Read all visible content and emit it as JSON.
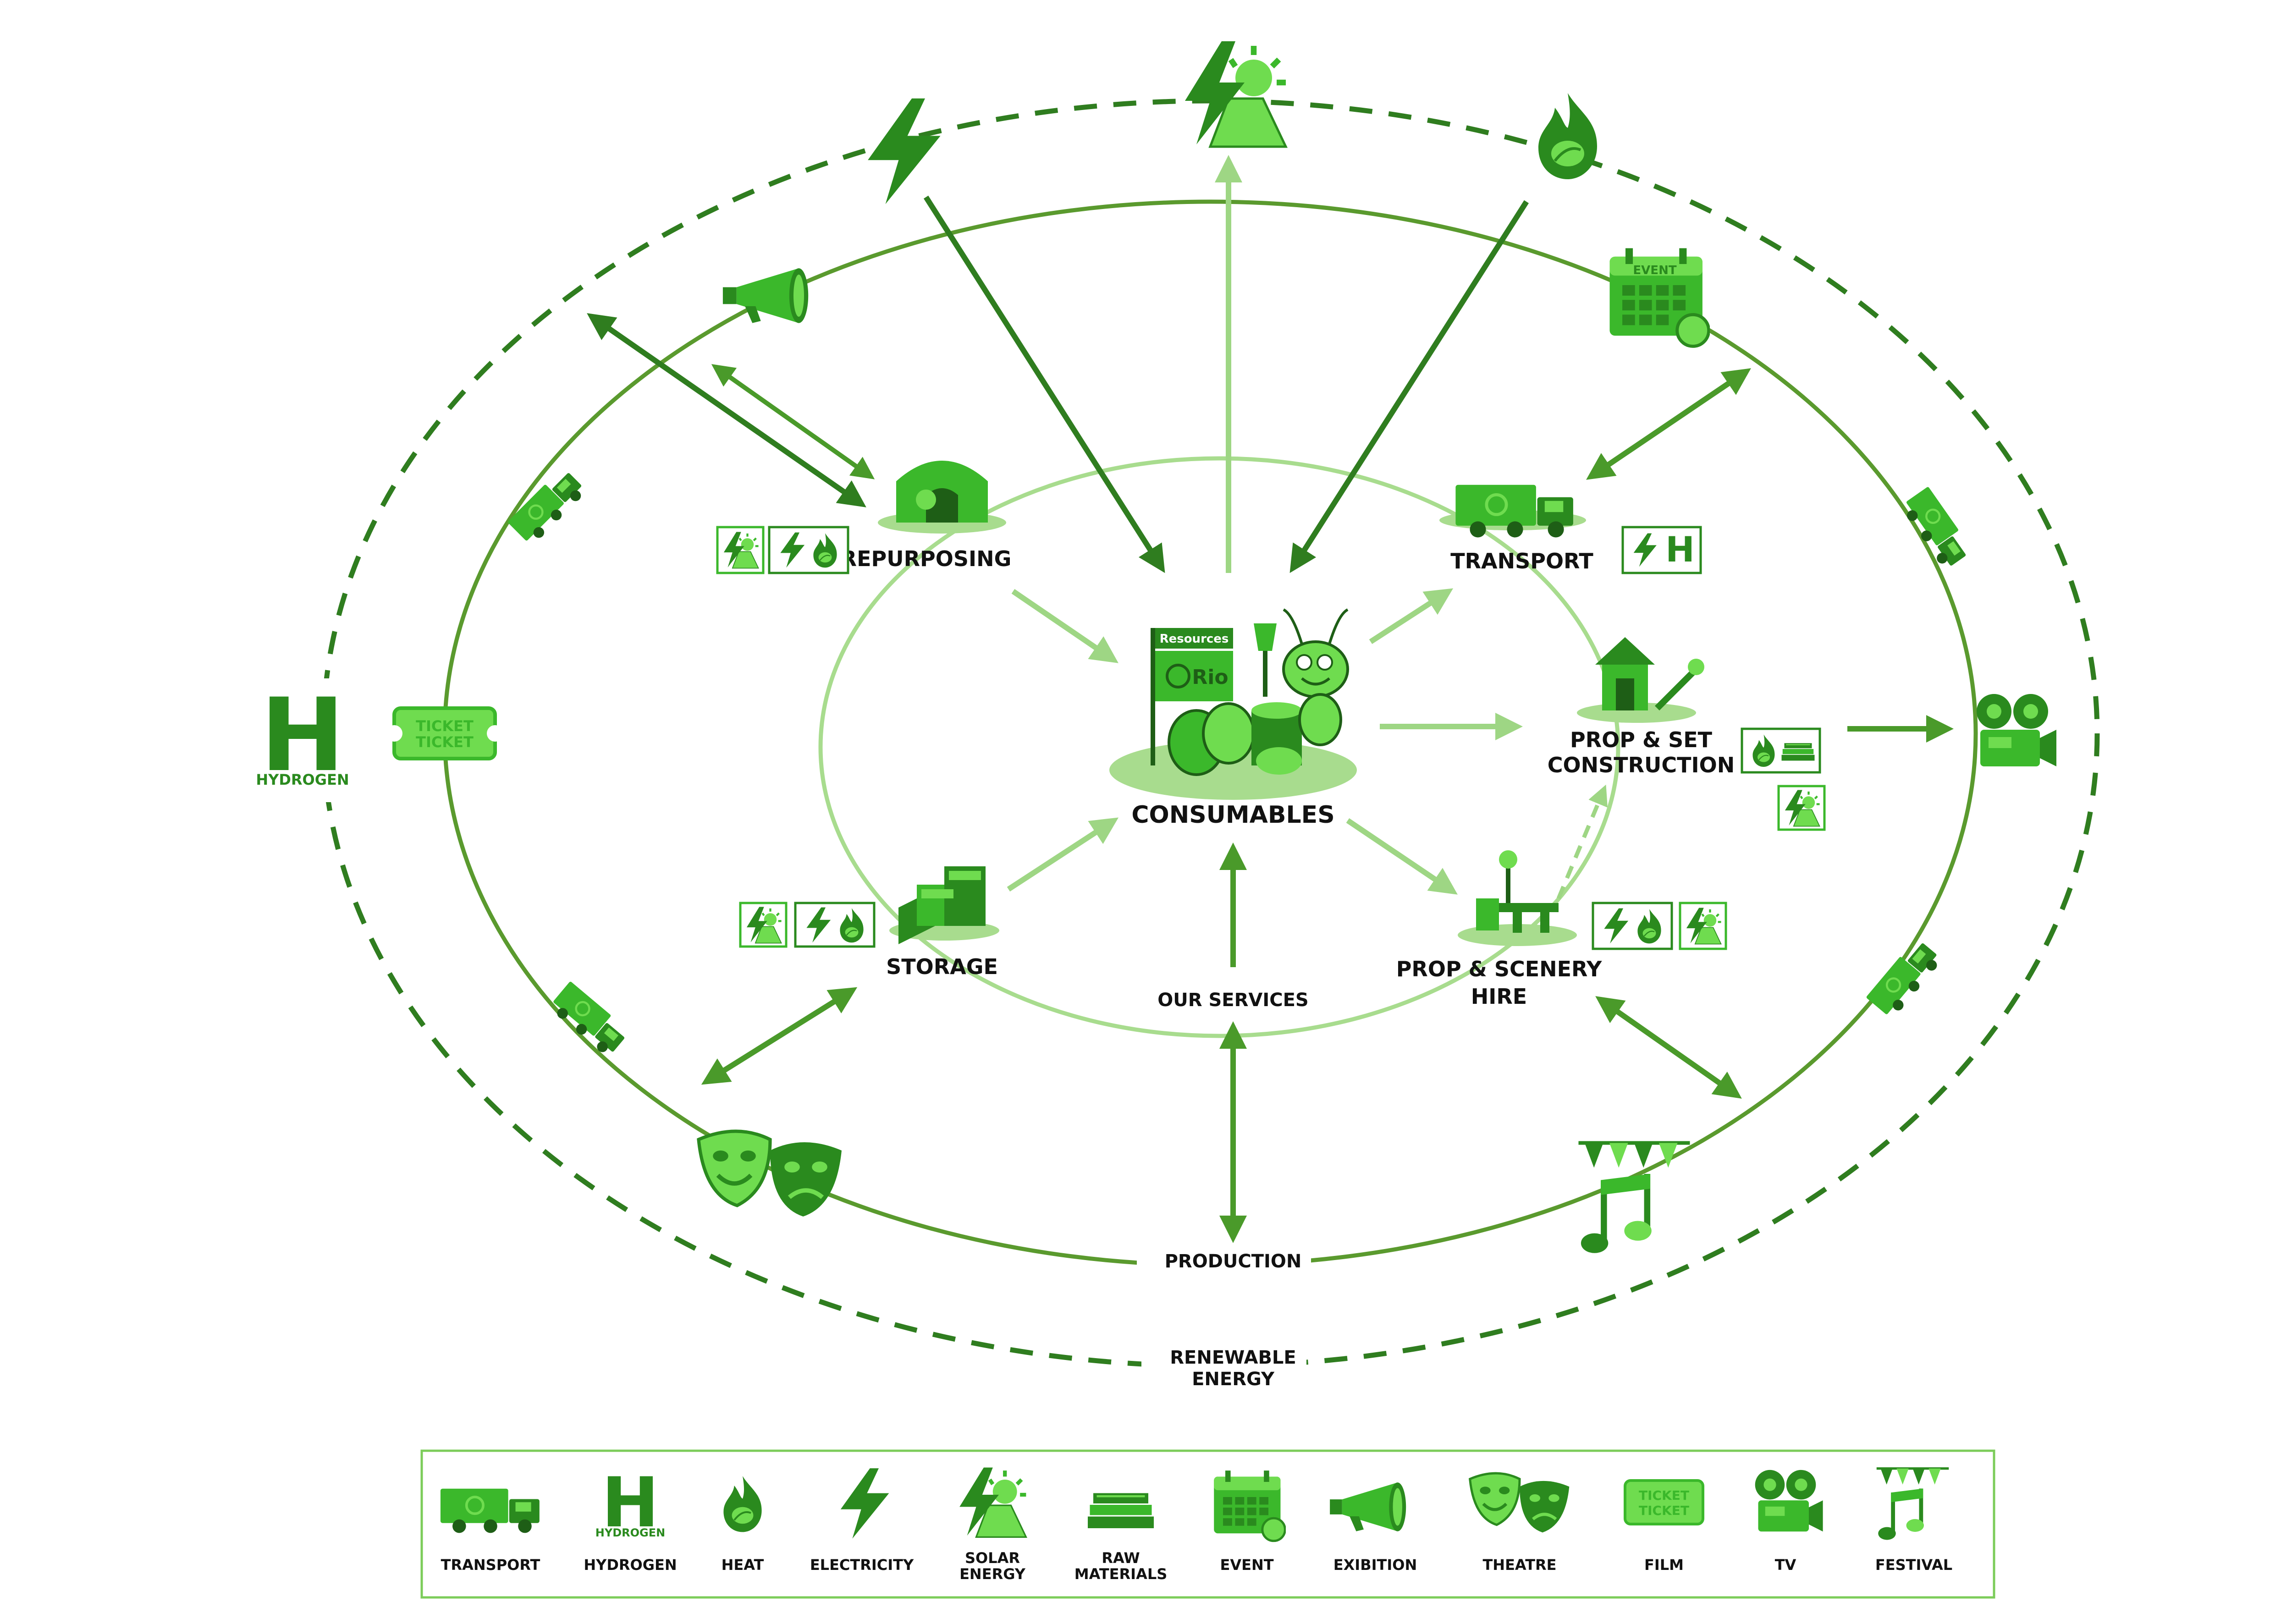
{
  "center": {
    "label": "CONSUMABLES",
    "flag_title": "Resources",
    "flag_brand": "Rio"
  },
  "nodes": {
    "repurposing": "REPURPOSING",
    "transport": "TRANSPORT",
    "prop_set_line1": "PROP & SET",
    "prop_set_line2": "CONSTRUCTION",
    "storage": "STORAGE",
    "prop_scenery_line1": "PROP & SCENERY",
    "prop_scenery_line2": "HIRE"
  },
  "rings": {
    "inner": "OUR SERVICES",
    "middle": "PRODUCTION",
    "outer_line1": "RENEWABLE",
    "outer_line2": "ENERGY"
  },
  "icons": {
    "hydrogen_letter": "H",
    "hydrogen_word": "HYDROGEN",
    "ticket_word": "TICKET",
    "event_word": "EVENT"
  },
  "legend": [
    {
      "icon": "transport-icon",
      "label_lines": [
        "TRANSPORT"
      ]
    },
    {
      "icon": "hydrogen-icon",
      "label_lines": [
        "HYDROGEN"
      ]
    },
    {
      "icon": "heat-icon",
      "label_lines": [
        "HEAT"
      ]
    },
    {
      "icon": "electricity-icon",
      "label_lines": [
        "ELECTRICITY"
      ]
    },
    {
      "icon": "solar-energy-icon",
      "label_lines": [
        "SOLAR",
        "ENERGY"
      ]
    },
    {
      "icon": "raw-materials-icon",
      "label_lines": [
        "RAW",
        "MATERIALS"
      ]
    },
    {
      "icon": "event-icon",
      "label_lines": [
        "EVENT"
      ]
    },
    {
      "icon": "exibition-icon",
      "label_lines": [
        "EXIBITION"
      ]
    },
    {
      "icon": "theatre-icon",
      "label_lines": [
        "THEATRE"
      ]
    },
    {
      "icon": "film-icon",
      "label_lines": [
        "FILM"
      ]
    },
    {
      "icon": "tv-icon",
      "label_lines": [
        "TV"
      ]
    },
    {
      "icon": "festival-icon",
      "label_lines": [
        "FESTIVAL"
      ]
    }
  ],
  "colors": {
    "dark_green": "#2a8a1e",
    "mid_green": "#3bb82b",
    "light_green": "#6fdc4f",
    "pale_green": "#a8dc8e",
    "ring_green": "#5a9a2e"
  }
}
